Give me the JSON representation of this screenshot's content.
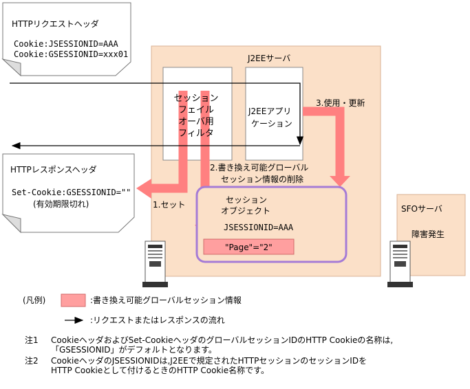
{
  "request_doc": {
    "title": "HTTPリクエストヘッダ",
    "line1": "Cookie:JSESSIONID=AAA",
    "line2": "Cookie:GSESSIONID=xxx01"
  },
  "response_doc": {
    "title": "HTTPレスポンスヘッダ",
    "line1": "Set-Cookie:GSESSIONID=\"\"",
    "line2": "(有効期限切れ)"
  },
  "j2ee_server": {
    "label": "J2EEサーバ",
    "filter": [
      "セッション",
      "フェイル",
      "オーバ用",
      "フィルタ"
    ],
    "app": [
      "J2EEアプリ",
      "ケーション"
    ],
    "session_object": {
      "title": [
        "セッション",
        "オブジェクト"
      ],
      "session_id": "JSESSIONID=AAA",
      "attribute": "\"Page\"=\"2\""
    }
  },
  "sfo_server": {
    "label": "SFOサーバ",
    "status": "障害発生"
  },
  "steps": {
    "step1": "1.セット",
    "step2": [
      "2.書き換え可能グローバル",
      "セッション情報の削除"
    ],
    "step3": "3.使用・更新"
  },
  "legend": {
    "title": "(凡例)",
    "pink": ":書き換え可能グローバルセッション情報",
    "arrow": ":リクエストまたはレスポンスの流れ"
  },
  "notes": [
    {
      "id": "注1",
      "lines": [
        "CookieヘッダおよびSet-CookieヘッダのグローバルセッションIDのHTTP Cookieの名称は,",
        "「GSESSIONID」がデフォルトとなります。"
      ]
    },
    {
      "id": "注2",
      "lines": [
        "CookieヘッダのJSESSIONIDは,J2EEで規定されたHTTPセッションのセッションIDを",
        "HTTP Cookieとして付けるときのHTTP Cookie名称です。"
      ]
    }
  ],
  "colors": {
    "server_fill": "#fbe0c8",
    "server_stroke": "#d8b294",
    "pink_arrow": "#ff8080",
    "pink_fill": "#ff9f9f",
    "session_border": "#a57bd6"
  }
}
